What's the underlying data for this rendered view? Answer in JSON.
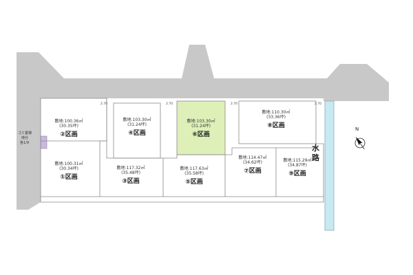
{
  "lots": [
    {
      "id": "lot-1",
      "area": "敷地:100.31㎡",
      "tsubo": "(30.34坪)",
      "label": "①区画",
      "highlight": false
    },
    {
      "id": "lot-2",
      "area": "敷地:100.36㎡",
      "tsubo": "(30.35坪)",
      "label": "②区画",
      "highlight": false
    },
    {
      "id": "lot-3",
      "area": "敷地:117.32㎡",
      "tsubo": "(35.48坪)",
      "label": "③区画",
      "highlight": false
    },
    {
      "id": "lot-4",
      "area": "敷地:103.30㎡",
      "tsubo": "(31.24坪)",
      "label": "④区画",
      "highlight": false
    },
    {
      "id": "lot-5",
      "area": "敷地:117.63㎡",
      "tsubo": "(35.58坪)",
      "label": "⑤区画",
      "highlight": false
    },
    {
      "id": "lot-6",
      "area": "敷地:103.30㎡",
      "tsubo": "(31.24坪)",
      "label": "⑥区画",
      "highlight": true
    },
    {
      "id": "lot-7",
      "area": "敷地:114.47㎡",
      "tsubo": "(34.62坪)",
      "label": "⑦区画",
      "highlight": false
    },
    {
      "id": "lot-8",
      "area": "敷地:110.30㎡",
      "tsubo": "(33.36坪)",
      "label": "⑧区画",
      "highlight": false
    },
    {
      "id": "lot-9",
      "area": "敷地:115.29㎡",
      "tsubo": "(34.87坪)",
      "label": "⑨区画",
      "highlight": false
    }
  ],
  "dimensions": {
    "d1": "2.70",
    "d2": "2.70",
    "d3": "2.70",
    "d4": "2.70"
  },
  "garbage_station": {
    "line1": "ゴミ置場",
    "line2": "持分",
    "line3": "各1/9"
  },
  "waterway": "水路",
  "north": "N",
  "colors": {
    "road": "#c8c8c8",
    "highlight": "#def0b8",
    "garbage": "#c9b8e3",
    "waterway": "#c6e9f2",
    "outline": "#888888"
  }
}
